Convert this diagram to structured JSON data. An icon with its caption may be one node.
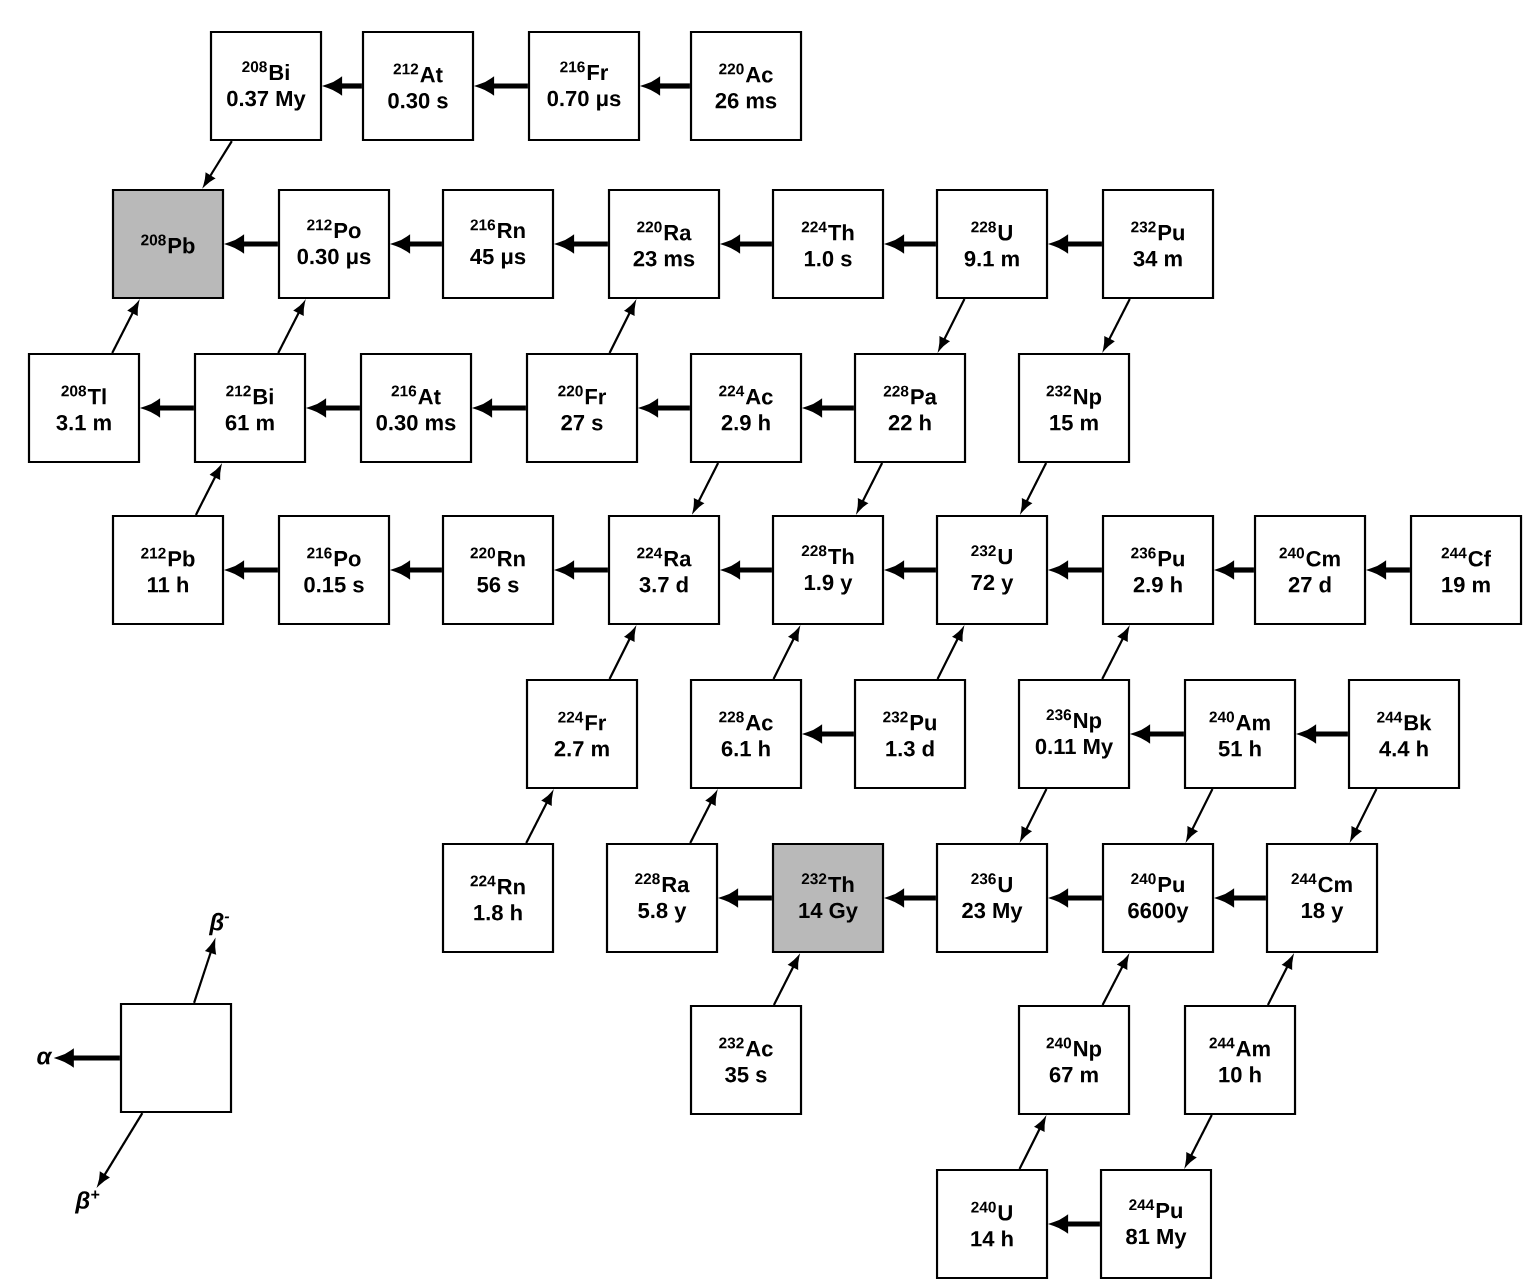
{
  "diagram": {
    "nodes": [
      {
        "text": [
          "$^{208}$Bi",
          "0.37 My"
        ]
      },
      {
        "text": [
          "$^{212}$At",
          "0.30 s"
        ]
      },
      {
        "text": [
          "$^{216}$Fr",
          "0.70 μs"
        ]
      },
      {
        "text": [
          "$^{220}$Ac",
          "26 ms"
        ]
      },
      {
        "text": [
          "$^{208}$Pb"
        ]
      },
      {
        "text": [
          "$^{212}$Po",
          "0.30 μs"
        ]
      },
      {
        "text": [
          "$^{216}$Rn",
          "45 μs"
        ]
      },
      {
        "text": [
          "$^{220}$Ra",
          "23 ms"
        ]
      },
      {
        "text": [
          "$^{224}$Th",
          "1.0 s"
        ]
      },
      {
        "text": [
          "$^{228}$U",
          "9.1 m"
        ]
      },
      {
        "text": [
          "$^{232}$Pu",
          "34 m"
        ]
      },
      {
        "text": [
          "$^{208}$Tl",
          "3.1 m"
        ]
      },
      {
        "text": [
          "$^{212}$Bi",
          "61 m"
        ]
      },
      {
        "text": [
          "$^{216}$At",
          "0.30 ms"
        ]
      },
      {
        "text": [
          "$^{220}$Fr",
          "27 s"
        ]
      },
      {
        "text": [
          "$^{224}$Ac",
          "2.9 h"
        ]
      },
      {
        "text": [
          "$^{228}$Pa",
          "22 h"
        ]
      },
      {
        "text": [
          "$^{232}$Np",
          "15 m"
        ]
      },
      {
        "text": [
          "$^{212}$Pb",
          "11 h"
        ]
      },
      {
        "text": [
          "$^{216}$Po",
          "0.15 s"
        ]
      },
      {
        "text": [
          "$^{220}$Rn",
          "56 s"
        ]
      },
      {
        "text": [
          "$^{224}$Ra",
          "3.7 d"
        ]
      },
      {
        "text": [
          "$^{228}$Th",
          "1.9 y"
        ]
      },
      {
        "text": [
          "$^{232}$U",
          "72 y"
        ]
      },
      {
        "text": [
          "$^{236}$Pu",
          "2.9 h"
        ]
      },
      {
        "text": [
          "$^{240}$Cm",
          "27 d"
        ]
      },
      {
        "text": [
          "$^{244}$Cf",
          "19 m"
        ]
      },
      {
        "text": [
          "$^{224}$Fr",
          "2.7 m"
        ]
      },
      {
        "text": [
          "$^{228}$Ac",
          "6.1 h"
        ]
      },
      {
        "text": [
          "$^{232}$Pu",
          "1.3 d"
        ]
      },
      {
        "text": [
          "$^{236}$Np",
          "0.11 My"
        ]
      },
      {
        "text": [
          "$^{240}$Am",
          "51 h"
        ]
      },
      {
        "text": [
          "$^{244}$Bk",
          "4.4 h"
        ]
      },
      {
        "text": [
          "$^{224}$Rn",
          "1.8 h"
        ]
      },
      {
        "text": [
          "$^{228}$Ra",
          "5.8 y"
        ]
      },
      {
        "text": [
          "$^{232}$Th",
          "14 Gy"
        ]
      },
      {
        "text": [
          "$^{236}$U",
          "23 My"
        ]
      },
      {
        "text": [
          "$^{240}$Pu",
          "6600y"
        ]
      },
      {
        "text": [
          "$^{244}$Cm",
          "18 y"
        ]
      },
      {
        "text": [
          "$^{232}$Ac",
          "35 s"
        ]
      },
      {
        "text": [
          "$^{240}$Np",
          "67 m"
        ]
      },
      {
        "text": [
          "$^{244}$Am",
          "10 h"
        ]
      },
      {
        "text": [
          "$^{240}$U",
          "14 h"
        ]
      },
      {
        "text": [
          "$^{244}$Pu",
          "81 My"
        ]
      },
      {
        "text": [],
        "shape": "box"
      },
      {
        "text": [
          "α"
        ]
      },
      {
        "text": [
          "β$^{-}$"
        ]
      },
      {
        "text": [
          "β$^{+}$"
        ]
      }
    ],
    "edges": [
      {
        "from": 1,
        "to": 0,
        "arrow": "to"
      },
      {
        "from": 2,
        "to": 1,
        "arrow": "to"
      },
      {
        "from": 3,
        "to": 2,
        "arrow": "to"
      },
      {
        "from": 5,
        "to": 4,
        "arrow": "to"
      },
      {
        "from": 6,
        "to": 5,
        "arrow": "to"
      },
      {
        "from": 7,
        "to": 6,
        "arrow": "to"
      },
      {
        "from": 8,
        "to": 7,
        "arrow": "to"
      },
      {
        "from": 9,
        "to": 8,
        "arrow": "to"
      },
      {
        "from": 10,
        "to": 9,
        "arrow": "to"
      },
      {
        "from": 12,
        "to": 11,
        "arrow": "to"
      },
      {
        "from": 13,
        "to": 12,
        "arrow": "to"
      },
      {
        "from": 14,
        "to": 13,
        "arrow": "to"
      },
      {
        "from": 15,
        "to": 14,
        "arrow": "to"
      },
      {
        "from": 16,
        "to": 15,
        "arrow": "to"
      },
      {
        "from": 19,
        "to": 18,
        "arrow": "to"
      },
      {
        "from": 20,
        "to": 19,
        "arrow": "to"
      },
      {
        "from": 21,
        "to": 20,
        "arrow": "to"
      },
      {
        "from": 22,
        "to": 21,
        "arrow": "to"
      },
      {
        "from": 23,
        "to": 22,
        "arrow": "to"
      },
      {
        "from": 24,
        "to": 23,
        "arrow": "to"
      },
      {
        "from": 25,
        "to": 24,
        "arrow": "to"
      },
      {
        "from": 26,
        "to": 25,
        "arrow": "to"
      },
      {
        "from": 29,
        "to": 28,
        "arrow": "to"
      },
      {
        "from": 31,
        "to": 30,
        "arrow": "to"
      },
      {
        "from": 32,
        "to": 31,
        "arrow": "to"
      },
      {
        "from": 35,
        "to": 34,
        "arrow": "to"
      },
      {
        "from": 36,
        "to": 35,
        "arrow": "to"
      },
      {
        "from": 37,
        "to": 36,
        "arrow": "to"
      },
      {
        "from": 38,
        "to": 37,
        "arrow": "to"
      },
      {
        "from": 43,
        "to": 42,
        "arrow": "to"
      },
      {
        "from": 0,
        "to": 4,
        "arrow": "to"
      },
      {
        "from": 11,
        "to": 4,
        "arrow": "to"
      },
      {
        "from": 12,
        "to": 5,
        "arrow": "to"
      },
      {
        "from": 14,
        "to": 7,
        "arrow": "to"
      },
      {
        "from": 9,
        "to": 16,
        "arrow": "to"
      },
      {
        "from": 10,
        "to": 17,
        "arrow": "to"
      },
      {
        "from": 15,
        "to": 21,
        "arrow": "to"
      },
      {
        "from": 16,
        "to": 22,
        "arrow": "to"
      },
      {
        "from": 17,
        "to": 23,
        "arrow": "to"
      },
      {
        "from": 18,
        "to": 12,
        "arrow": "to"
      },
      {
        "from": 27,
        "to": 21,
        "arrow": "to"
      },
      {
        "from": 28,
        "to": 22,
        "arrow": "to"
      },
      {
        "from": 29,
        "to": 23,
        "arrow": "to"
      },
      {
        "from": 30,
        "to": 24,
        "arrow": "to"
      },
      {
        "from": 30,
        "to": 36,
        "arrow": "to"
      },
      {
        "from": 31,
        "to": 37,
        "arrow": "to"
      },
      {
        "from": 32,
        "to": 38,
        "arrow": "to"
      },
      {
        "from": 33,
        "to": 27,
        "arrow": "to"
      },
      {
        "from": 34,
        "to": 28,
        "arrow": "to"
      },
      {
        "from": 39,
        "to": 35,
        "arrow": "to"
      },
      {
        "from": 40,
        "to": 37,
        "arrow": "to"
      },
      {
        "from": 41,
        "to": 38,
        "arrow": "to"
      },
      {
        "from": 42,
        "to": 40,
        "arrow": "to"
      },
      {
        "from": 41,
        "to": 43,
        "arrow": "to"
      },
      {
        "from": 44,
        "to": 45,
        "arrow": "to"
      },
      {
        "from": 44,
        "to": 46,
        "arrow": "to"
      },
      {
        "from": 44,
        "to": 47,
        "arrow": "to"
      }
    ]
  }
}
